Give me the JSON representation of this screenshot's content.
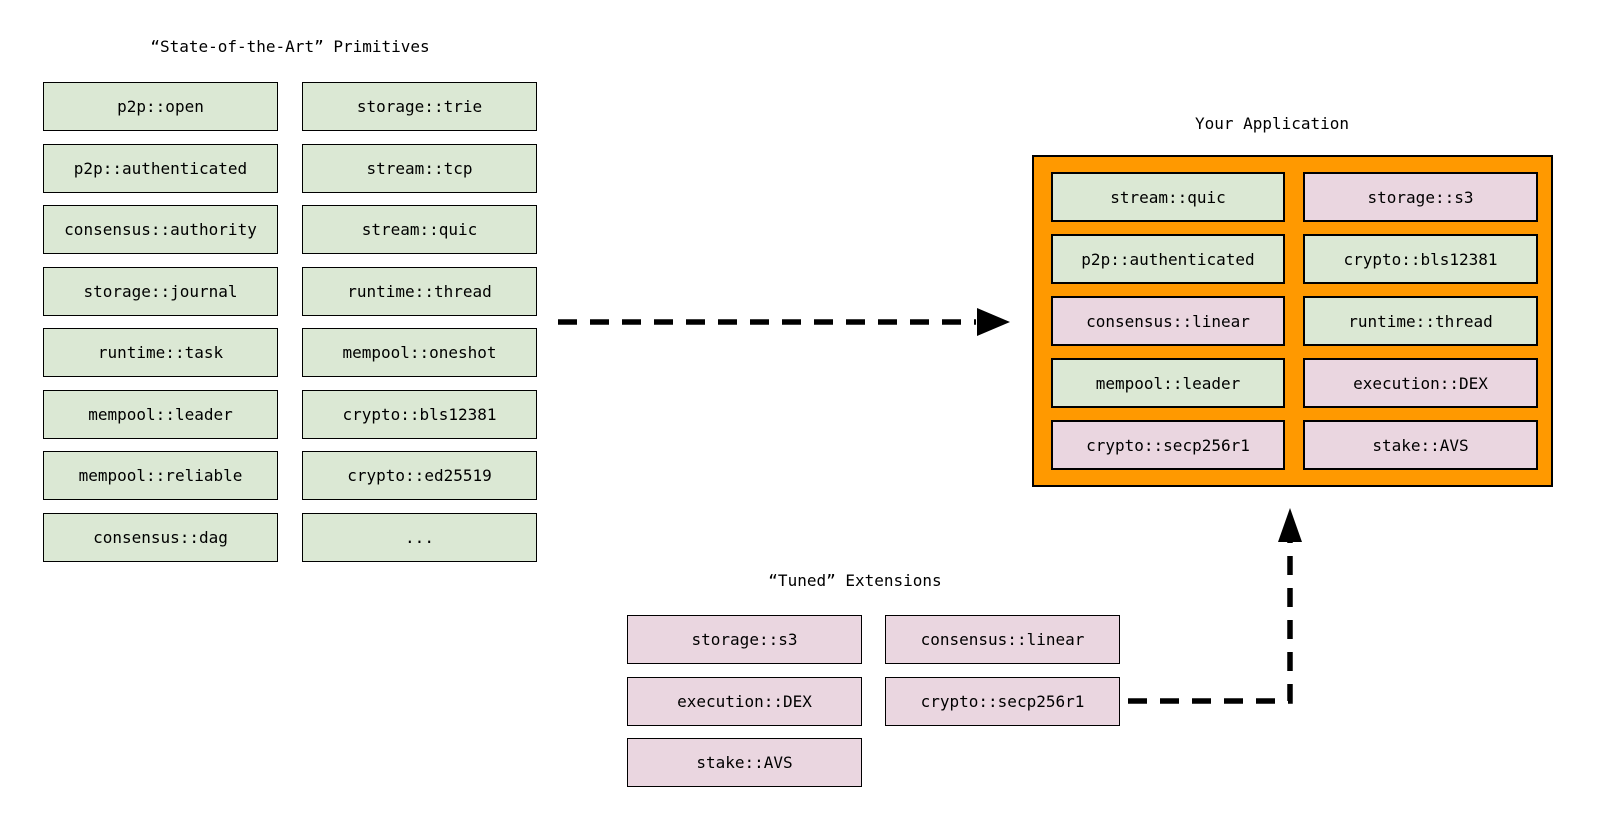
{
  "colors": {
    "primitive_fill": "#DBE8D4",
    "extension_fill": "#EAD6E0",
    "application_fill": "#FF9900",
    "border": "#000000",
    "arrow": "#000000"
  },
  "primitives": {
    "title": "“State-of-the-Art” Primitives",
    "columns": [
      [
        "p2p::open",
        "p2p::authenticated",
        "consensus::authority",
        "storage::journal",
        "runtime::task",
        "mempool::leader",
        "mempool::reliable",
        "consensus::dag"
      ],
      [
        "storage::trie",
        "stream::tcp",
        "stream::quic",
        "runtime::thread",
        "mempool::oneshot",
        "crypto::bls12381",
        "crypto::ed25519",
        "..."
      ]
    ]
  },
  "application": {
    "title": "Your Application",
    "columns": [
      [
        {
          "label": "stream::quic",
          "type": "primitive"
        },
        {
          "label": "p2p::authenticated",
          "type": "primitive"
        },
        {
          "label": "consensus::linear",
          "type": "extension"
        },
        {
          "label": "mempool::leader",
          "type": "primitive"
        },
        {
          "label": "crypto::secp256r1",
          "type": "extension"
        }
      ],
      [
        {
          "label": "storage::s3",
          "type": "extension"
        },
        {
          "label": "crypto::bls12381",
          "type": "primitive"
        },
        {
          "label": "runtime::thread",
          "type": "primitive"
        },
        {
          "label": "execution::DEX",
          "type": "extension"
        },
        {
          "label": "stake::AVS",
          "type": "extension"
        }
      ]
    ]
  },
  "extensions": {
    "title": "“Tuned” Extensions",
    "columns": [
      [
        "storage::s3",
        "execution::DEX",
        "stake::AVS"
      ],
      [
        "consensus::linear",
        "crypto::secp256r1"
      ]
    ]
  }
}
